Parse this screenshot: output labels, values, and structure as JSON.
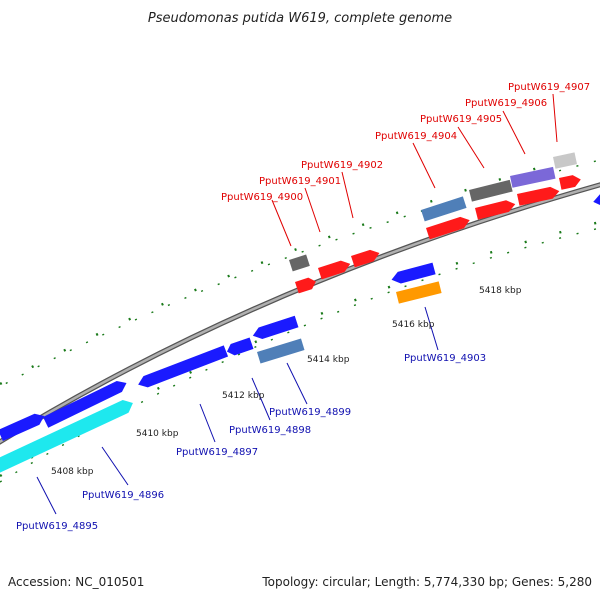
{
  "title": "Pseudomonas putida W619, complete genome",
  "footer": {
    "accession": "Accession: NC_010501",
    "summary": "Topology: circular; Length: 5,774,330 bp; Genes: 5,280"
  },
  "scale_labels": [
    "5408 kbp",
    "5410 kbp",
    "5412 kbp",
    "5414 kbp",
    "5416 kbp",
    "5418 kbp"
  ],
  "genes_top": [
    "PputW619_4900",
    "PputW619_4901",
    "PputW619_4902",
    "PputW619_4904",
    "PputW619_4905",
    "PputW619_4906",
    "PputW619_4907"
  ],
  "genes_bottom": [
    "PputW619_4895",
    "PputW619_4896",
    "PputW619_4897",
    "PputW619_4898",
    "PputW619_4899",
    "PputW619_4903"
  ],
  "colors": {
    "backbone": "#8c8c8c",
    "cds_red": "#ff1a1a",
    "cds_blue": "#1a1aff",
    "cds_cyan": "#1ee8ee",
    "cds_steel": "#4f7fb8",
    "cds_orange": "#ff9900",
    "cds_grey": "#666666",
    "cds_purple": "#7b68d8",
    "cds_lightgrey": "#c8c8c8",
    "tick": "#1a7a1a",
    "label_red": "#e00000",
    "label_blue": "#1010b0"
  }
}
